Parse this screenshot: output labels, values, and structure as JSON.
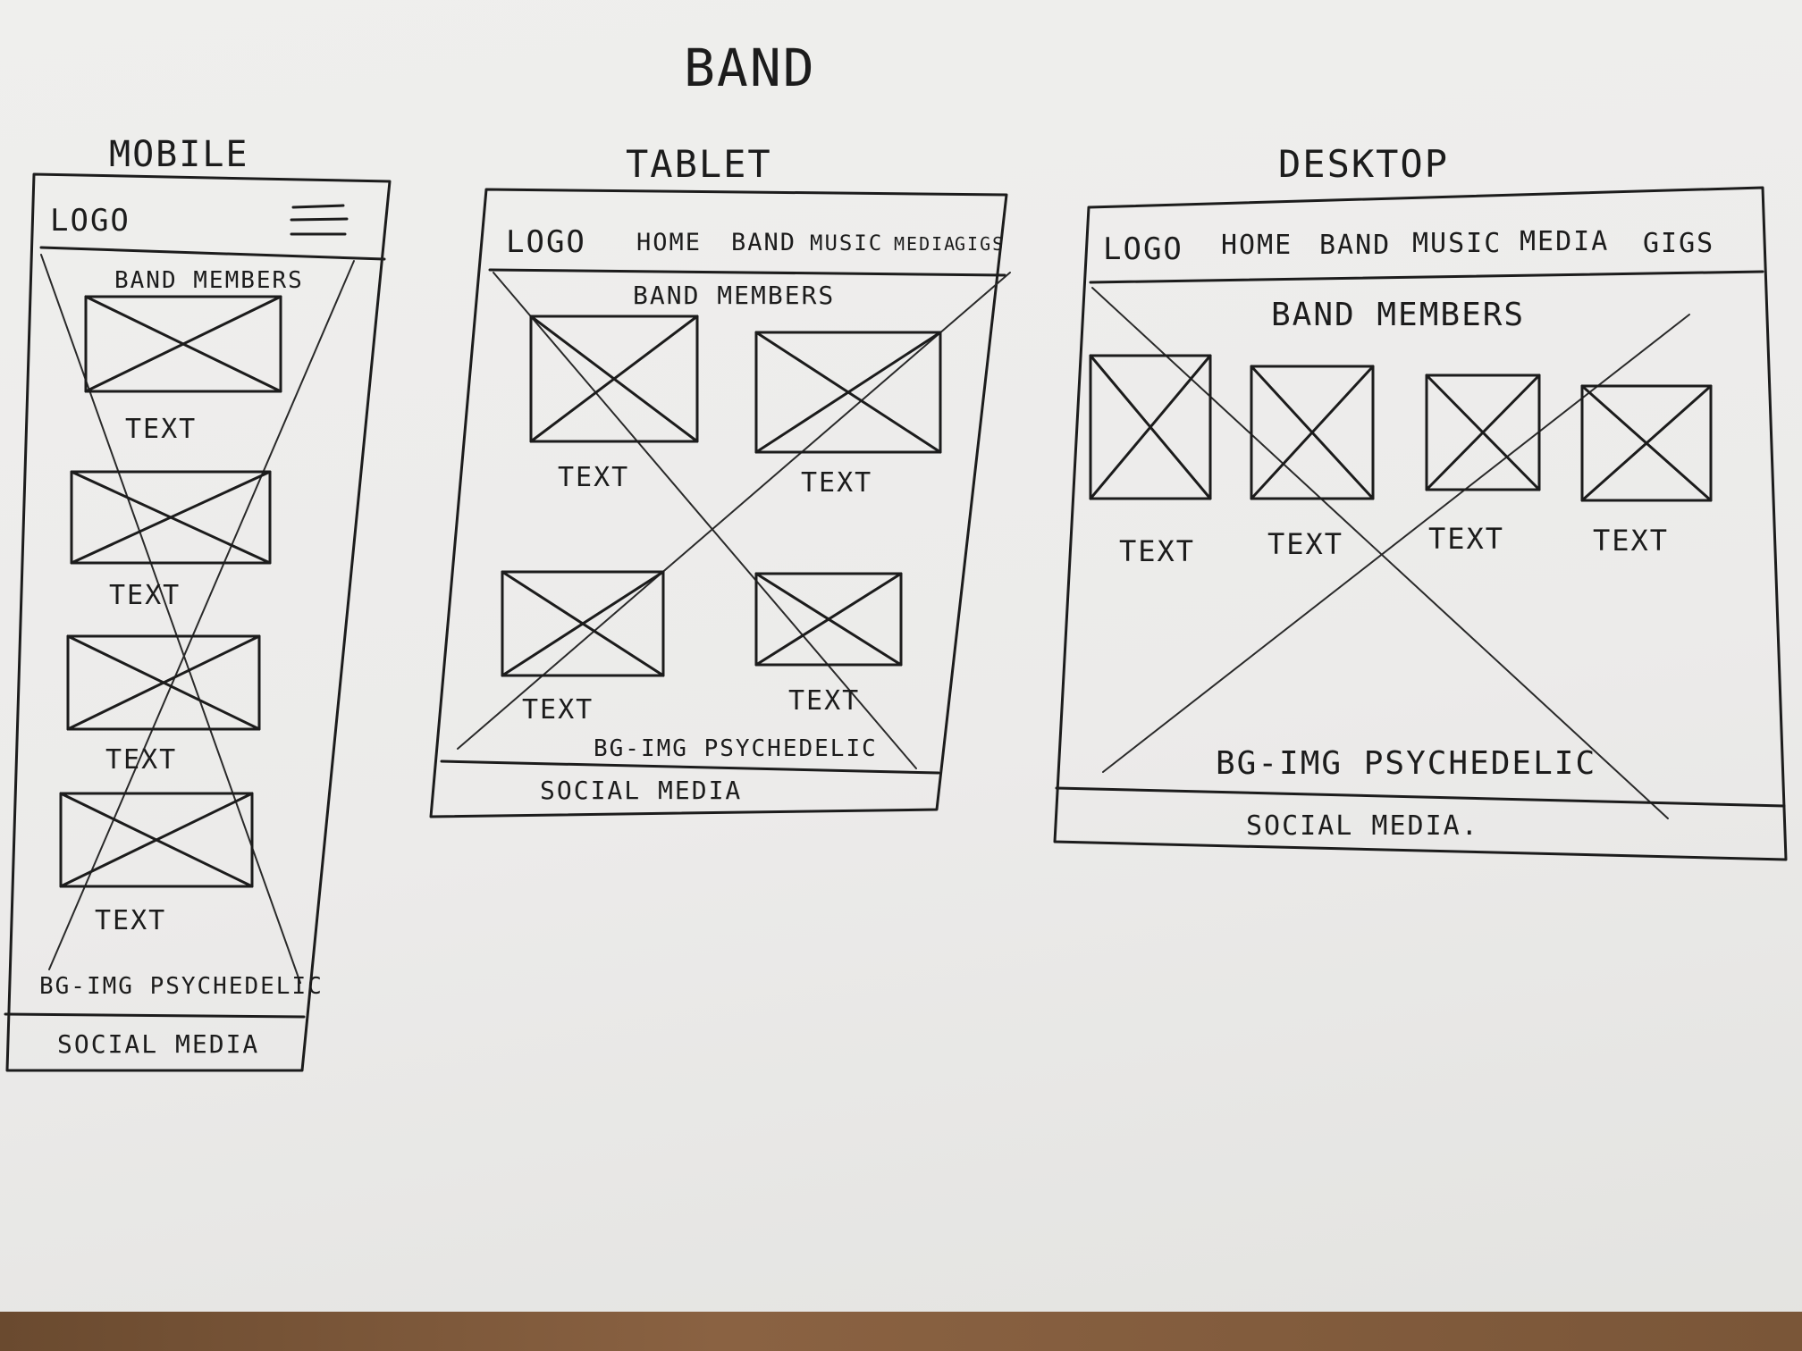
{
  "title": "BAND",
  "mobile": {
    "label": "MOBILE",
    "logo": "LOGO",
    "section": "BAND MEMBERS",
    "item_text": "TEXT",
    "bg_note": "BG-IMG PSYCHEDELIC",
    "footer": "SOCIAL MEDIA"
  },
  "tablet": {
    "label": "TABLET",
    "logo": "LOGO",
    "nav": [
      "HOME",
      "BAND",
      "MUSIC",
      "MEDIA",
      "GIGS"
    ],
    "section": "BAND MEMBERS",
    "item_text": "TEXT",
    "bg_note": "BG-IMG PSYCHEDELIC",
    "footer": "SOCIAL MEDIA"
  },
  "desktop": {
    "label": "DESKTOP",
    "logo": "LOGO",
    "nav": [
      "HOME",
      "BAND",
      "MUSIC",
      "MEDIA",
      "GIGS"
    ],
    "section": "BAND MEMBERS",
    "item_text": "TEXT",
    "bg_note": "BG-IMG PSYCHEDELIC",
    "footer": "SOCIAL MEDIA."
  }
}
